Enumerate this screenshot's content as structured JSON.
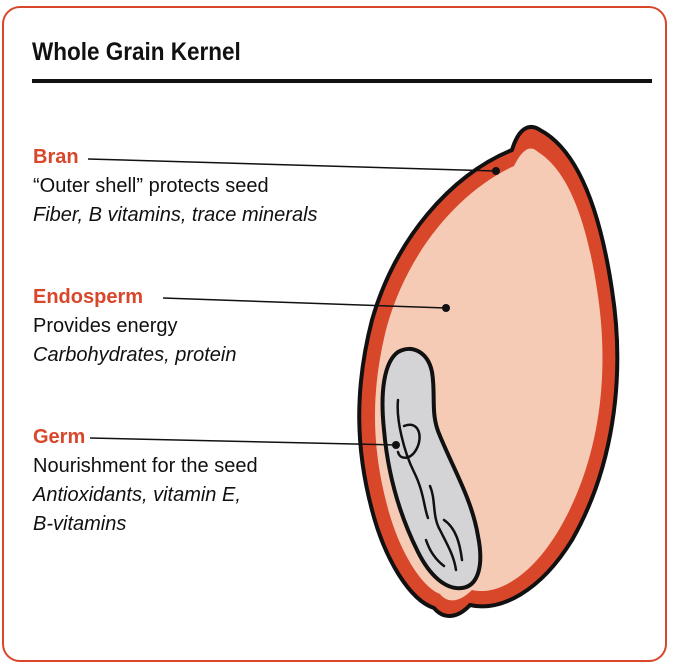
{
  "title": "Whole Grain Kernel",
  "parts": {
    "bran": {
      "name": "Bran",
      "description": "“Outer shell” protects seed",
      "detail": "Fiber, B vitamins, trace minerals"
    },
    "endosperm": {
      "name": "Endosperm",
      "description": "Provides energy",
      "detail": "Carbohydrates, protein"
    },
    "germ": {
      "name": "Germ",
      "description": "Nourishment for the seed",
      "detail_lines": [
        "Antioxidants, vitamin E,",
        "B-vitamins"
      ]
    }
  },
  "colors": {
    "accent": "#d9472b",
    "endosperm_fill": "#f6cbb6",
    "germ_fill": "#d4d4d6",
    "ink": "#111111"
  }
}
